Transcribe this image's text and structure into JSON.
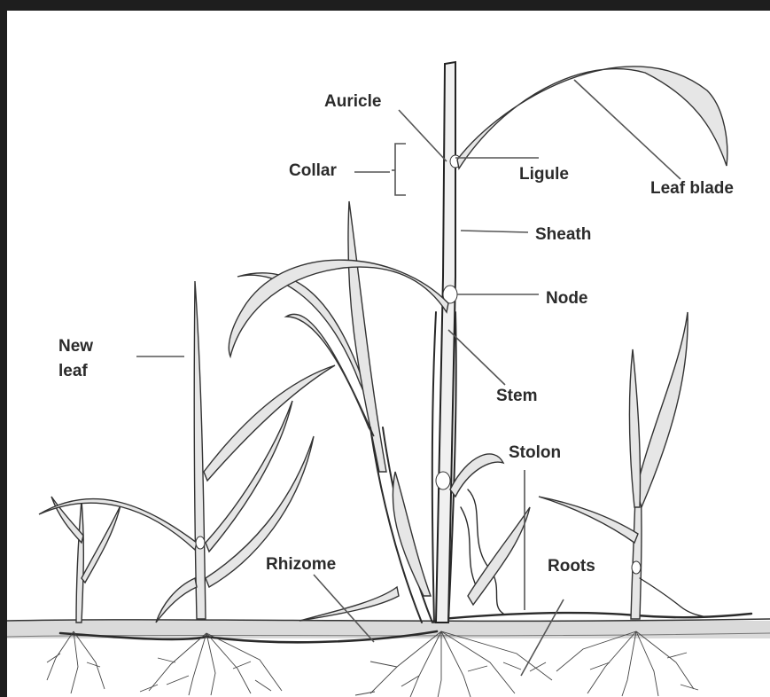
{
  "labels": {
    "auricle": "Auricle",
    "collar": "Collar",
    "ligule": "Ligule",
    "leaf_blade": "Leaf blade",
    "sheath": "Sheath",
    "node": "Node",
    "new_leaf_line1": "New",
    "new_leaf_line2": "leaf",
    "stem": "Stem",
    "stolon": "Stolon",
    "rhizome": "Rhizome",
    "roots": "Roots"
  },
  "colors": {
    "frame": "#1e1e1e",
    "background": "#ffffff",
    "ink": "#2a2a2a",
    "soil": "#d9d9d9"
  }
}
